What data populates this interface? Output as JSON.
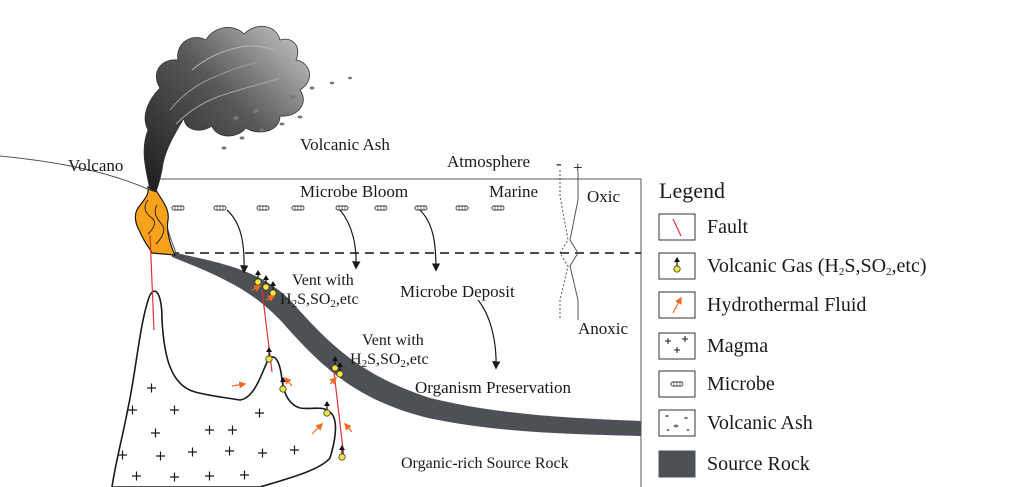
{
  "labels": {
    "volcano": "Volcano",
    "volcanic_ash": "Volcanic Ash",
    "atmosphere": "Atmosphere",
    "minus_sign": "-",
    "plus_sign": "+",
    "microbe_bloom": "Microbe Bloom",
    "marine": "Marine",
    "oxic": "Oxic",
    "anoxic": "Anoxic",
    "microbe_deposit": "Microbe Deposit",
    "organism_preservation": "Organism Preservation",
    "organic_rich_source_rock": "Organic-rich Source Rock"
  },
  "vents": [
    {
      "title": "Vent with",
      "h": "H",
      "two": "2",
      "s": "S,SO",
      "tail": ",etc"
    },
    {
      "title": "Vent with",
      "h": "H",
      "two": "2",
      "s": "S,SO",
      "tail": ",etc"
    }
  ],
  "legend": {
    "title": "Legend",
    "fault": "Fault",
    "volcanic_gas_pre": "Volcanic Gas (H",
    "volcanic_gas_sub1": "2",
    "volcanic_gas_mid": "S,SO",
    "volcanic_gas_sub2": "2",
    "volcanic_gas_post": ",etc)",
    "hydrothermal_fluid": "Hydrothermal Fluid",
    "magma": "Magma",
    "microbe": "Microbe",
    "volcanic_ash": "Volcanic Ash",
    "source_rock": "Source Rock"
  },
  "colors": {
    "magma_orange": "#f7a21b",
    "fault_red": "#e0303a",
    "gas_yellow": "#f5e63a",
    "fluid_orange": "#f06a1e",
    "source_rock_gray": "#4d5156",
    "smoke_dark": "#2a2a2a"
  }
}
